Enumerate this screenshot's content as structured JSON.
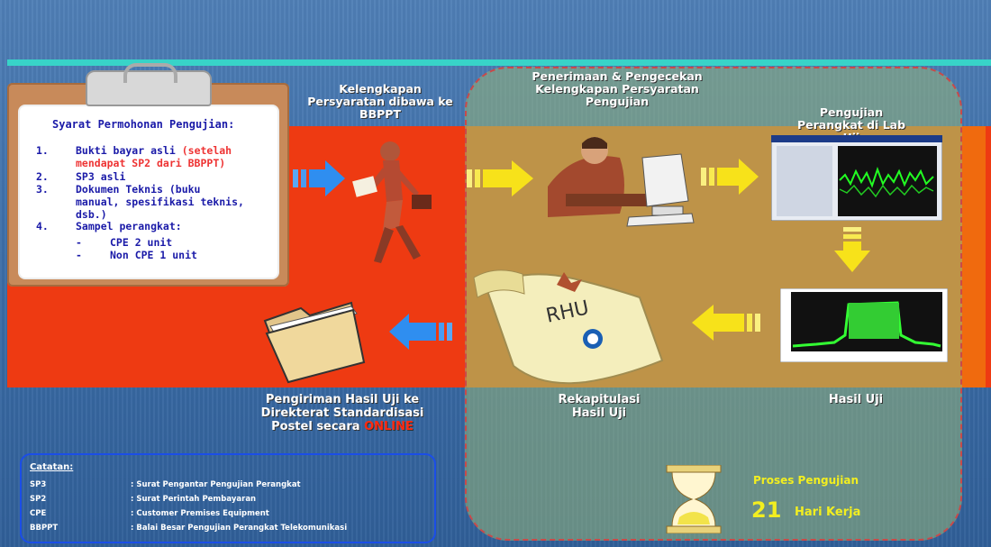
{
  "clipboard": {
    "title": "Syarat Permohonan Pengujian:",
    "items": [
      {
        "num": "1.",
        "line1": "Bukti bayar asli",
        "line1_red": "(setelah",
        "line2_red": "mendapat SP2 dari BBPPT)"
      },
      {
        "num": "2.",
        "line1": "SP3 asli"
      },
      {
        "num": "3.",
        "line1": "Dokumen Teknis (buku",
        "line2": "manual, spesifikasi teknis,",
        "line3": "dsb.)"
      },
      {
        "num": "4.",
        "line1": "Sampel perangkat:"
      }
    ],
    "sub_items": [
      {
        "dash": "-",
        "text": "CPE 2 unit"
      },
      {
        "dash": "-",
        "text": "Non CPE 1 unit"
      }
    ]
  },
  "steps": {
    "kelengkapan": [
      "Kelengkapan",
      "Persyaratan dibawa ke",
      "BBPPT"
    ],
    "penerimaan": [
      "Penerimaan & Pengecekan",
      "Kelengkapan Persyaratan",
      "Pengujian"
    ],
    "pengujian": [
      "Pengujian",
      "Perangkat di Lab",
      "Uji"
    ],
    "pengiriman": [
      "Pengiriman Hasil Uji ke",
      "Direkterat Standardisasi",
      "Postel secara"
    ],
    "pengiriman_online": "ONLINE",
    "rekap": [
      "Rekapitulasi",
      "Hasil Uji"
    ],
    "hasil": "Hasil Uji"
  },
  "rhu_label": "RHU",
  "notes": {
    "title": "Catatan:",
    "rows": [
      {
        "abbr": "SP3",
        "desc": ": Surat Pengantar Pengujian Perangkat"
      },
      {
        "abbr": "SP2",
        "desc": ": Surat Perintah Pembayaran"
      },
      {
        "abbr": "CPE",
        "desc": ": Customer Premises Equipment"
      },
      {
        "abbr": "BBPPT",
        "desc": ": Balai Besar Pengujian Perangkat Telekomunikasi"
      }
    ]
  },
  "proses": {
    "label": "Proses Pengujian",
    "days_number": "21",
    "days_text": "Hari Kerja"
  },
  "colors": {
    "red_band": "#ee3a12",
    "orange_band": "#f06a0e",
    "blue_arrow": "#2f8ef0",
    "yellow_arrow": "#f7e21a",
    "teal_bar": "#38d3c8"
  }
}
